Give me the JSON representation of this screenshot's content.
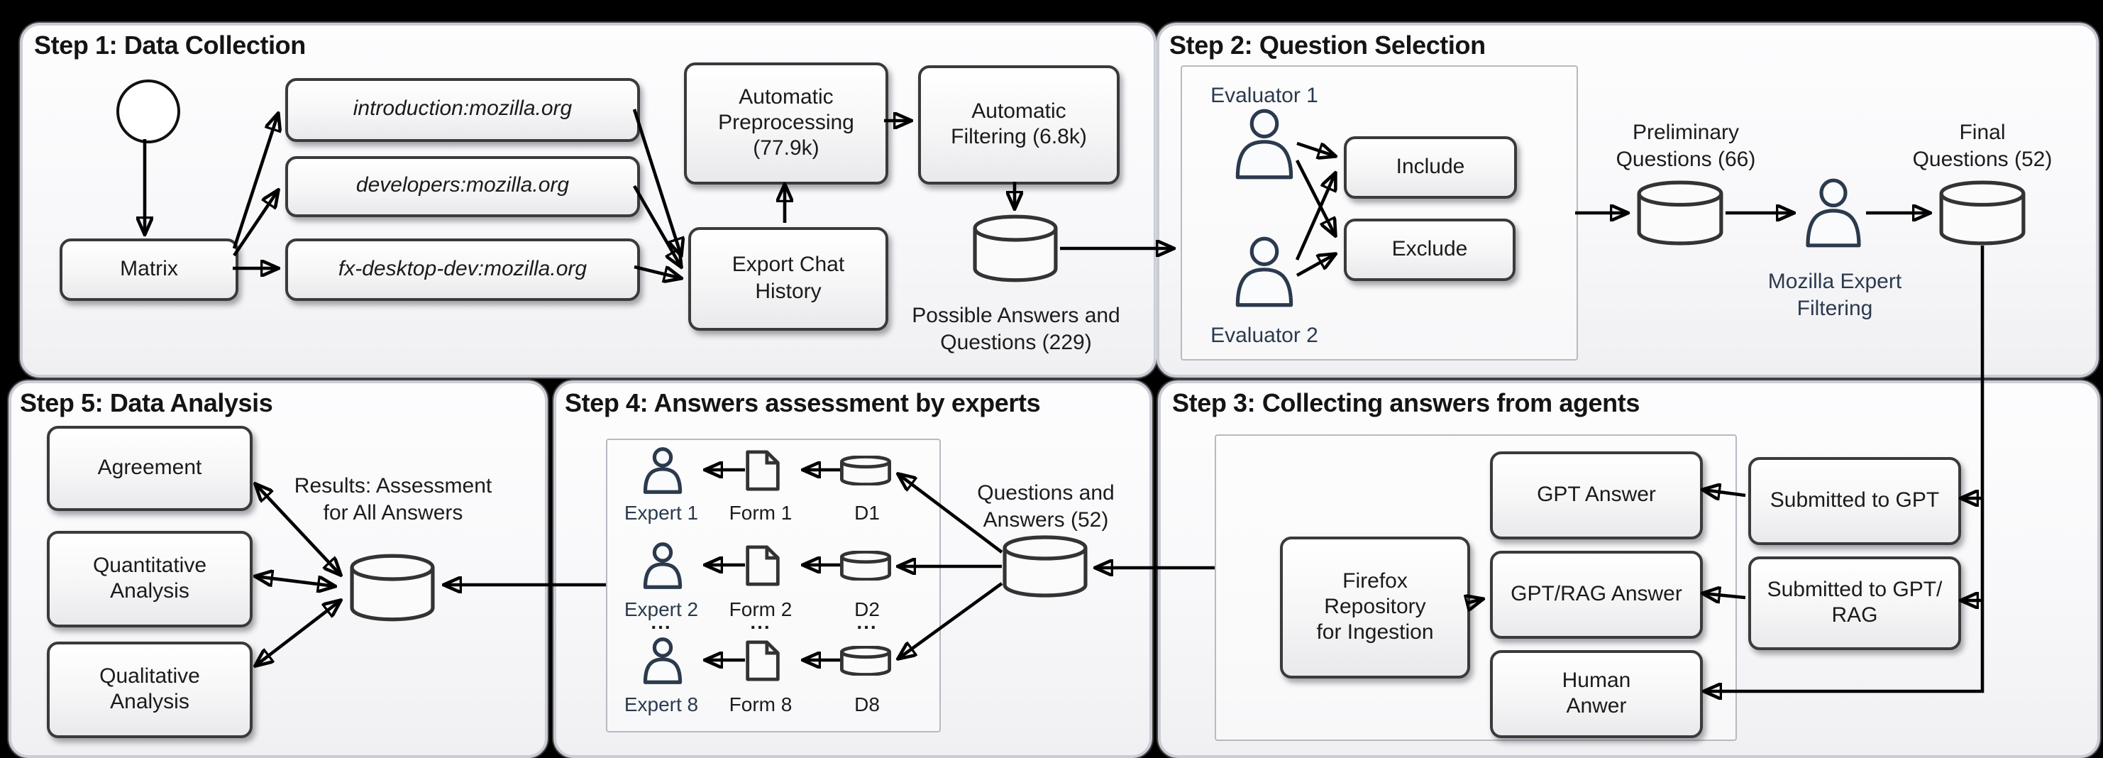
{
  "figure": {
    "step1": {
      "title": "Step 1: Data Collection",
      "matrix": "Matrix",
      "channel_introduction": "introduction:mozilla.org",
      "channel_developers": "developers:mozilla.org",
      "channel_fx_desktop": "fx-desktop-dev:mozilla.org",
      "preprocessing": "Automatic\nPreprocessing\n(77.9k)",
      "filtering": "Automatic\nFiltering (6.8k)",
      "export": "Export Chat\nHistory",
      "possible_db": "Possible Answers and\nQuestions (229)"
    },
    "step2": {
      "title": "Step 2: Question Selection",
      "evaluator1": "Evaluator 1",
      "evaluator2": "Evaluator 2",
      "include": "Include",
      "exclude": "Exclude",
      "preliminary_db": "Preliminary\nQuestions (66)",
      "expert_filter": "Mozilla Expert\nFiltering",
      "final_db": "Final\nQuestions (52)"
    },
    "step3": {
      "title": "Step 3: Collecting answers from agents",
      "firefox_repo": "Firefox\nRepository\nfor Ingestion",
      "gpt_answer": "GPT Answer",
      "gptrag_answer": "GPT/RAG Answer",
      "human_answer": "Human\nAnwer",
      "submitted_gpt": "Submitted to GPT",
      "submitted_gptrag": "Submitted to GPT/\nRAG"
    },
    "step4": {
      "title": "Step 4: Answers assessment by experts",
      "rows": [
        {
          "expert": "Expert 1",
          "form": "Form 1",
          "db": "D1"
        },
        {
          "expert": "Expert 2",
          "form": "Form 2",
          "db": "D2"
        },
        {
          "expert": "Expert 8",
          "form": "Form 8",
          "db": "D8"
        }
      ],
      "ellipsis": "...",
      "qa_db": "Questions and\nAnswers (52)"
    },
    "step5": {
      "title": "Step 5: Data Analysis",
      "agreement": "Agreement",
      "quantitative": "Quantitative\nAnalysis",
      "qualitative": "Qualitative\nAnalysis",
      "results": "Results: Assessment\nfor All Answers"
    },
    "colors": {
      "person_icon": "#2b3a4d",
      "node_border": "#3a3a3a",
      "arrow": "#000000",
      "panel_border": "#c9ccd4"
    }
  }
}
